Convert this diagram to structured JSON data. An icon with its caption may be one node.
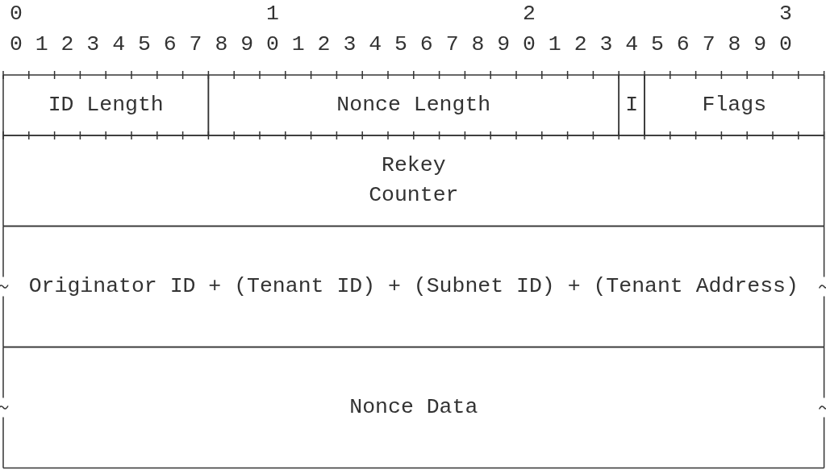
{
  "diagram": {
    "nodes": [
      {
        "text": [
          "ID Length"
        ]
      },
      {
        "text": [
          "Nonce Length"
        ]
      },
      {
        "text": [
          "I"
        ]
      },
      {
        "text": [
          "Flags"
        ]
      },
      {
        "text": [
          "Rekey Counter"
        ]
      },
      {
        "text": [
          "Originator ID + (Tenant ID) + (Subnet ID) + (Tenant Address)"
        ]
      },
      {
        "text": [
          "Nonce Data"
        ]
      }
    ],
    "labels": [
      "0",
      "1",
      "2",
      "3",
      "0 1 2 3 4 5 6 7 8 9 0 1 2 3 4 5 6 7 8 9 0 1 2 3 4 5 6 7 8 9 0"
    ]
  }
}
